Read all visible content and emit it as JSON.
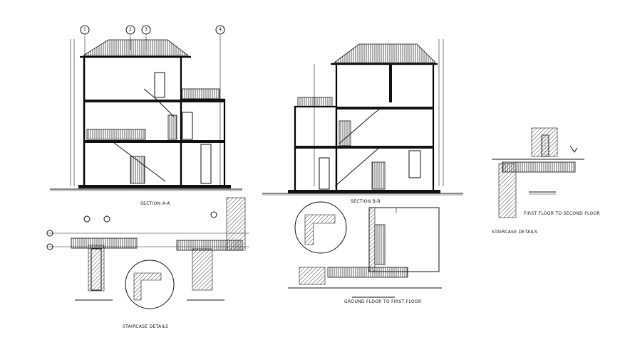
{
  "labels": {
    "section_a": "SECTION A-A",
    "section_b": "SECTION B-B",
    "first_to_second": "FIRST FLOOR TO SECOND FLOOR",
    "ground_to_first": "GROUND FLOOR TO FIRST FLOOR",
    "staircase_details_right": "STAIRCASE DETAILS",
    "staircase_details_bottom": "STAIRCASE DETAILS"
  },
  "grid_markers": [
    "1",
    "2",
    "3",
    "4"
  ]
}
